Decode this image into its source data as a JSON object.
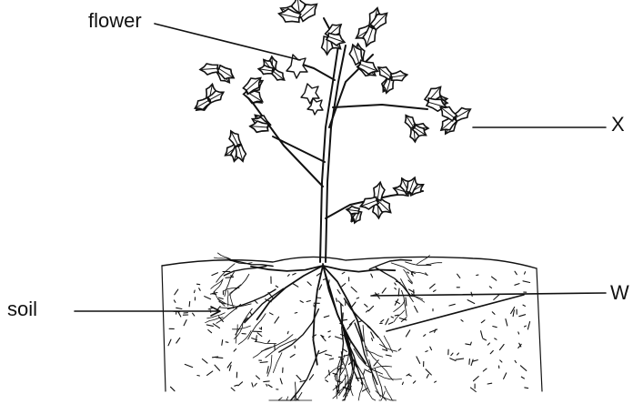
{
  "diagram": {
    "labels": {
      "flower": "flower",
      "x": "X",
      "w": "W",
      "soil": "soil"
    },
    "colors": {
      "ink": "#111111",
      "background": "#ffffff"
    }
  }
}
